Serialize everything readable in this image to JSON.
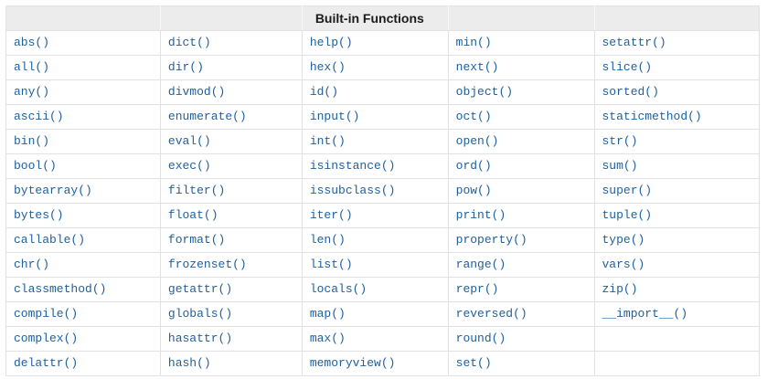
{
  "table": {
    "title": "Built-in Functions",
    "title_column_index": 2,
    "num_columns": 5,
    "colors": {
      "link_text": "#1e5f9e",
      "header_background": "#ececec",
      "header_text": "#1b1b1b",
      "cell_border": "#e2e2e2",
      "page_background": "#ffffff"
    },
    "rows": [
      [
        "abs()",
        "dict()",
        "help()",
        "min()",
        "setattr()"
      ],
      [
        "all()",
        "dir()",
        "hex()",
        "next()",
        "slice()"
      ],
      [
        "any()",
        "divmod()",
        "id()",
        "object()",
        "sorted()"
      ],
      [
        "ascii()",
        "enumerate()",
        "input()",
        "oct()",
        "staticmethod()"
      ],
      [
        "bin()",
        "eval()",
        "int()",
        "open()",
        "str()"
      ],
      [
        "bool()",
        "exec()",
        "isinstance()",
        "ord()",
        "sum()"
      ],
      [
        "bytearray()",
        "filter()",
        "issubclass()",
        "pow()",
        "super()"
      ],
      [
        "bytes()",
        "float()",
        "iter()",
        "print()",
        "tuple()"
      ],
      [
        "callable()",
        "format()",
        "len()",
        "property()",
        "type()"
      ],
      [
        "chr()",
        "frozenset()",
        "list()",
        "range()",
        "vars()"
      ],
      [
        "classmethod()",
        "getattr()",
        "locals()",
        "repr()",
        "zip()"
      ],
      [
        "compile()",
        "globals()",
        "map()",
        "reversed()",
        "__import__()"
      ],
      [
        "complex()",
        "hasattr()",
        "max()",
        "round()",
        ""
      ],
      [
        "delattr()",
        "hash()",
        "memoryview()",
        "set()",
        ""
      ]
    ]
  }
}
